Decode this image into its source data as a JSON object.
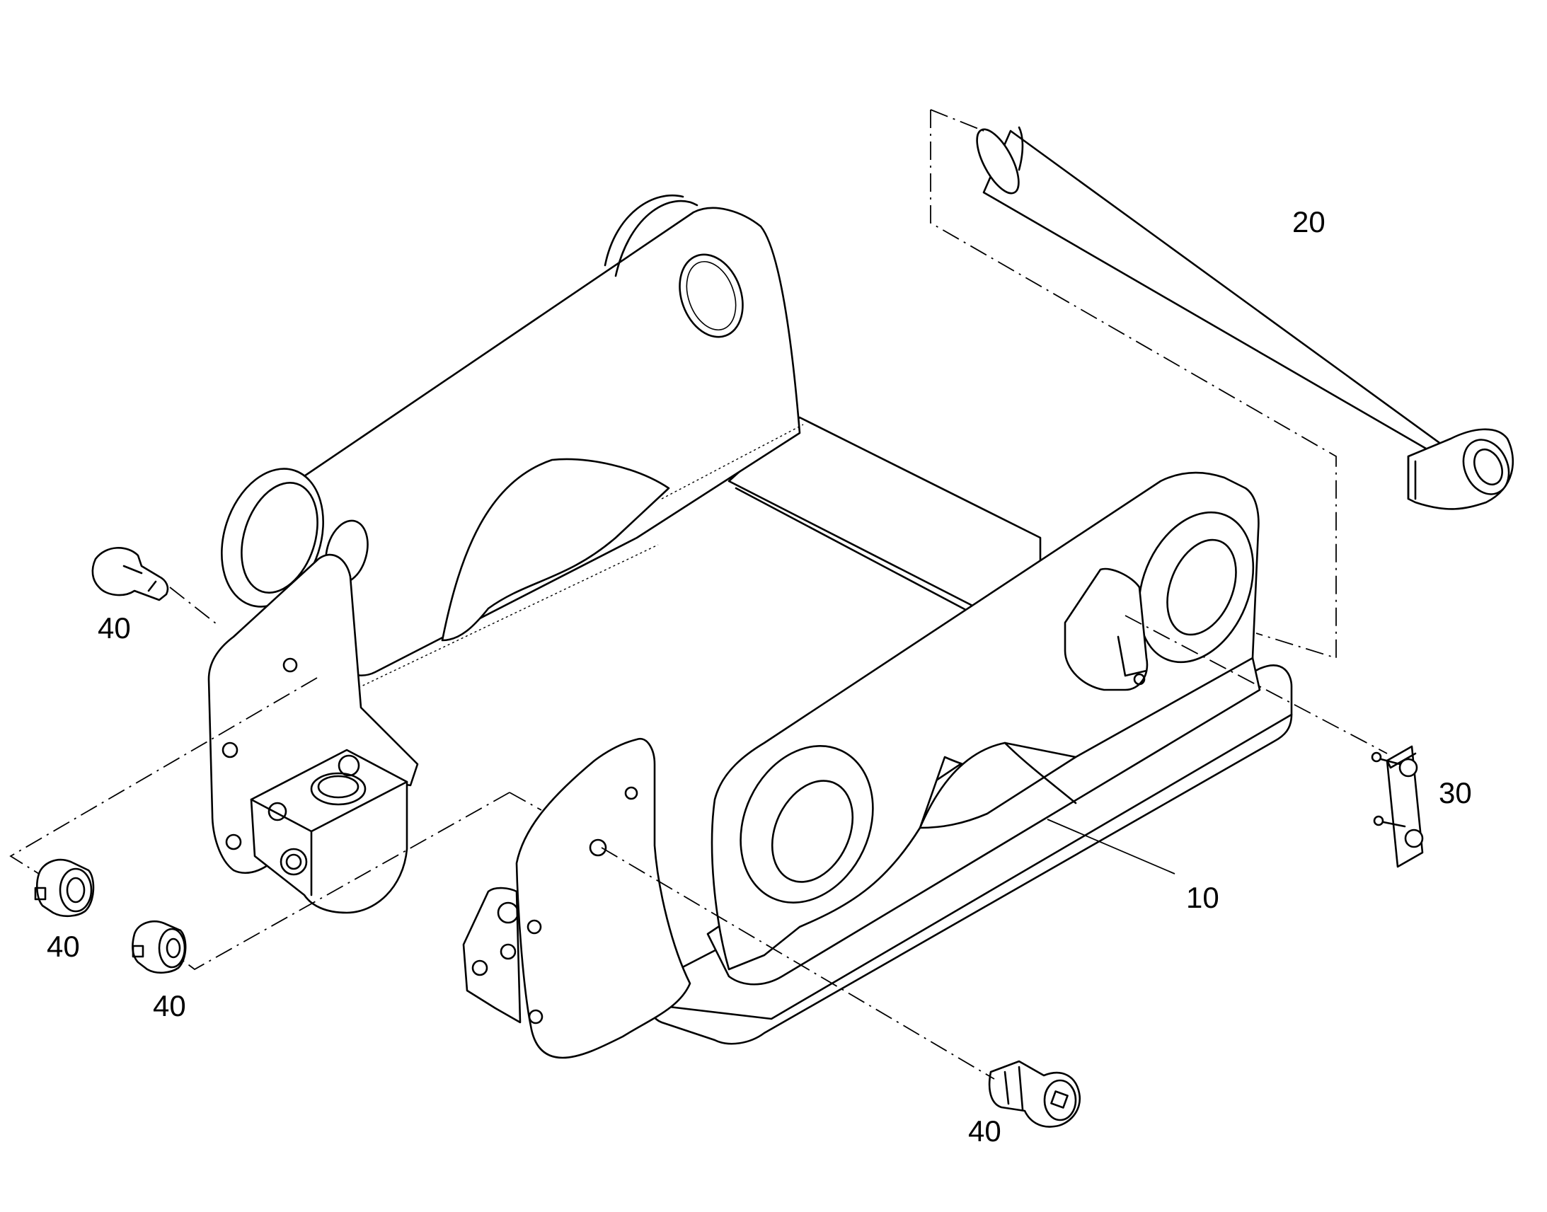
{
  "diagram": {
    "callouts": [
      {
        "id": "pin",
        "label": "20"
      },
      {
        "id": "frame",
        "label": "10"
      },
      {
        "id": "lock-plate",
        "label": "30"
      },
      {
        "id": "bolt-left",
        "label": "40"
      },
      {
        "id": "bushing-a",
        "label": "40"
      },
      {
        "id": "bushing-b",
        "label": "40"
      },
      {
        "id": "bolt-bottom",
        "label": "40"
      }
    ]
  }
}
